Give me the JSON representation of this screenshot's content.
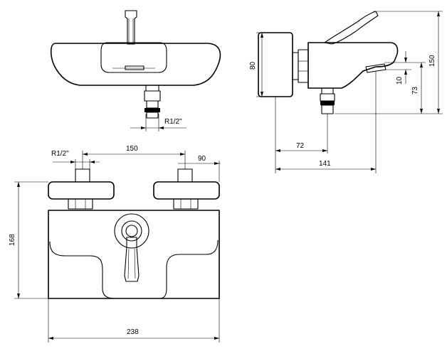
{
  "drawing": {
    "dims": {
      "r12_top": "R1/2\"",
      "r12_left": "R1/2\"",
      "d150_spacing": "150",
      "d90": "90",
      "d168": "168",
      "d238": "238",
      "d80": "80",
      "d150_height": "150",
      "d10": "10",
      "d73": "73",
      "d72": "72",
      "d141": "141"
    }
  }
}
